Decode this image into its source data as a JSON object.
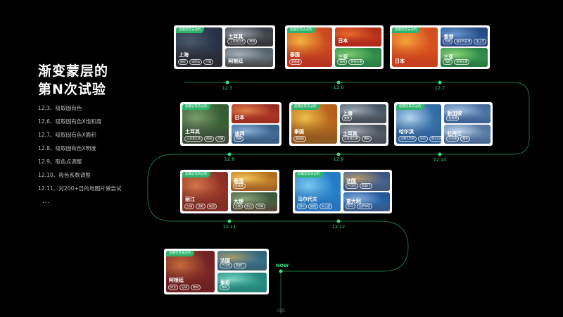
{
  "title": {
    "line1": "渐变蒙层的",
    "line2": "第N次试验"
  },
  "log": [
    "12.3、吸取固有色",
    "12.6、吸取固有色X饱和度",
    "12.7、吸取固有色X面积",
    "12.8、吸取固有色X明度",
    "12.9、取色点调整",
    "12.10、吸色系数调整",
    "12.11、对200+目的地图片做尝试"
  ],
  "log_more": "...",
  "timeline": {
    "accent": "#3ddc84",
    "dates": [
      "12.3",
      "12.6",
      "12.7",
      "12.8",
      "12.9",
      "12.10",
      "12.11",
      "12.12"
    ],
    "now_label": "NOW"
  },
  "badge_text": "您最近常去过的",
  "watermark": "站酷",
  "cards": [
    {
      "tiles": [
        {
          "city": "上海",
          "tags": [
            "摄影",
            "城隍庙",
            "古镇"
          ],
          "colors": [
            "#2c3a52",
            "#4a5a6a",
            "#1a1e2a"
          ],
          "shade": "#2d2a30"
        },
        {
          "city": "土耳其",
          "tags": [
            "土耳其红茶",
            "烤肉"
          ],
          "colors": [
            "#4a4e58",
            "#9aa0a8",
            "#2d3038"
          ],
          "shade": "#333"
        },
        {
          "city": "阿根廷",
          "tags": [],
          "colors": [
            "#6a7a84",
            "#a4aeb4",
            "#3a4650"
          ],
          "shade": "#4a4a4a"
        }
      ]
    },
    {
      "tiles": [
        {
          "city": "泰国",
          "tags": [
            "泰佛像"
          ],
          "colors": [
            "#d45a1e",
            "#f2b23c",
            "#b3242a"
          ],
          "shade": "#b8321f"
        },
        {
          "city": "日本",
          "tags": [],
          "colors": [
            "#c93c1e",
            "#e86a2a",
            "#8a1e12"
          ],
          "shade": "#b2281c"
        },
        {
          "city": "三亚",
          "tags": [
            "海鲜",
            "热带水果"
          ],
          "colors": [
            "#3a9a52",
            "#7ccc70",
            "#1f6a3a"
          ],
          "shade": "#2d7e44"
        }
      ]
    },
    {
      "tiles": [
        {
          "city": "日本",
          "tags": [],
          "colors": [
            "#e25a22",
            "#f4a23a",
            "#b23616"
          ],
          "shade": "#c8401c"
        },
        {
          "city": "香港",
          "tags": [
            "购物",
            "维多利亚港",
            "迪士尼"
          ],
          "colors": [
            "#2e5a9a",
            "#6a9ad0",
            "#1a3060"
          ],
          "shade": "#2a4a8a"
        },
        {
          "city": "三亚",
          "tags": [
            "海鲜",
            "热带水果"
          ],
          "colors": [
            "#3a9a52",
            "#8ad478",
            "#1e6a38"
          ],
          "shade": "#2a7a42"
        }
      ]
    },
    {
      "tiles": [
        {
          "city": "土耳其",
          "tags": [
            "土耳其红茶",
            "烤肉",
            "古镇"
          ],
          "colors": [
            "#3a6a3a",
            "#7a9a6a",
            "#2a3a2a"
          ],
          "shade": "#3e4a3a"
        },
        {
          "city": "日本",
          "tags": [],
          "colors": [
            "#b83a2a",
            "#e2804a",
            "#6a1e18"
          ],
          "shade": "#a03022"
        },
        {
          "city": "迪拜",
          "tags": [
            "购物"
          ],
          "colors": [
            "#4a74a2",
            "#8ab0d4",
            "#2a4a6a"
          ],
          "shade": "#3a5e84"
        }
      ]
    },
    {
      "tiles": [
        {
          "city": "泰国",
          "tags": [
            "泰佛像"
          ],
          "colors": [
            "#c8721e",
            "#ecc04a",
            "#8a3a12"
          ],
          "shade": "#8c5a22"
        },
        {
          "city": "上海",
          "tags": [
            "美食"
          ],
          "colors": [
            "#5a6a7a",
            "#a0aab4",
            "#2a3440"
          ],
          "shade": "#4a4e58"
        },
        {
          "city": "土耳其",
          "tags": [
            "土耳其红茶",
            "烤肉"
          ],
          "colors": [
            "#5a646e",
            "#9ca4ac",
            "#2e343a"
          ],
          "shade": "#4a5058"
        }
      ]
    },
    {
      "tiles": [
        {
          "city": "哈尔滨",
          "tags": [
            "冰雪大世界",
            "冰灯",
            "俄式风情"
          ],
          "colors": [
            "#3a7ab4",
            "#b4d4ee",
            "#1e4a7a"
          ],
          "shade": "#2e5e94"
        },
        {
          "city": "新加坡",
          "tags": [
            "鱼尾狮"
          ],
          "colors": [
            "#5a82b4",
            "#a4c2e2",
            "#2a4a7a"
          ],
          "shade": "#3e6494"
        },
        {
          "city": "牡丹江",
          "tags": [
            "小火车",
            "雪乡"
          ],
          "colors": [
            "#6a8ab4",
            "#c4d8ee",
            "#3a5a84"
          ],
          "shade": "#4a6a94"
        }
      ]
    },
    {
      "tiles": [
        {
          "city": "丽江",
          "tags": [
            "古镇",
            "酒吧",
            "纳西"
          ],
          "colors": [
            "#a23a2a",
            "#d4764a",
            "#5a1e18"
          ],
          "shade": "#7e2e24"
        },
        {
          "city": "泰国",
          "tags": [
            "泰佛像"
          ],
          "colors": [
            "#d28a2a",
            "#f0c45a",
            "#8a4a18"
          ],
          "shade": "#a2622a"
        },
        {
          "city": "大理",
          "tags": [
            "古镇",
            "苍山",
            "洱海"
          ],
          "colors": [
            "#4a6a4a",
            "#8aa47a",
            "#2a3a2a"
          ],
          "shade": "#5a4a3a"
        }
      ]
    },
    {
      "tiles": [
        {
          "city": "马尔代夫",
          "tags": [
            "潜水",
            "度假",
            "水上屋"
          ],
          "colors": [
            "#2a8ad2",
            "#7ac8ee",
            "#1a5aa2"
          ],
          "shade": "#2a72ba"
        },
        {
          "city": "法国",
          "tags": [
            "卢浮宫",
            "凯旋门"
          ],
          "colors": [
            "#4a6a9a",
            "#b49a6a",
            "#2a3a5a"
          ],
          "shade": "#4a5a7a"
        },
        {
          "city": "意大利",
          "tags": [
            "罗马",
            "比萨斜塔"
          ],
          "colors": [
            "#2a6ab4",
            "#8ab0da",
            "#1a3a6a"
          ],
          "shade": "#3a5a8a"
        }
      ]
    },
    {
      "tiles": [
        {
          "city": "阿根廷",
          "tags": [
            "探戈",
            "足球",
            "烤肉"
          ],
          "colors": [
            "#8a2a2a",
            "#c46a3a",
            "#3a1212"
          ],
          "shade": "#6e2222"
        },
        {
          "city": "法国",
          "tags": [
            "卢浮宫",
            "凯旋门"
          ],
          "colors": [
            "#3a7a9a",
            "#a89a6a",
            "#2a4a4a"
          ],
          "shade": "#3a6274"
        },
        {
          "city": "泰班",
          "tags": [
            "海岛"
          ],
          "colors": [
            "#2a9a8a",
            "#7ad4c4",
            "#1a6a6a"
          ],
          "shade": "#26867a"
        }
      ]
    }
  ]
}
